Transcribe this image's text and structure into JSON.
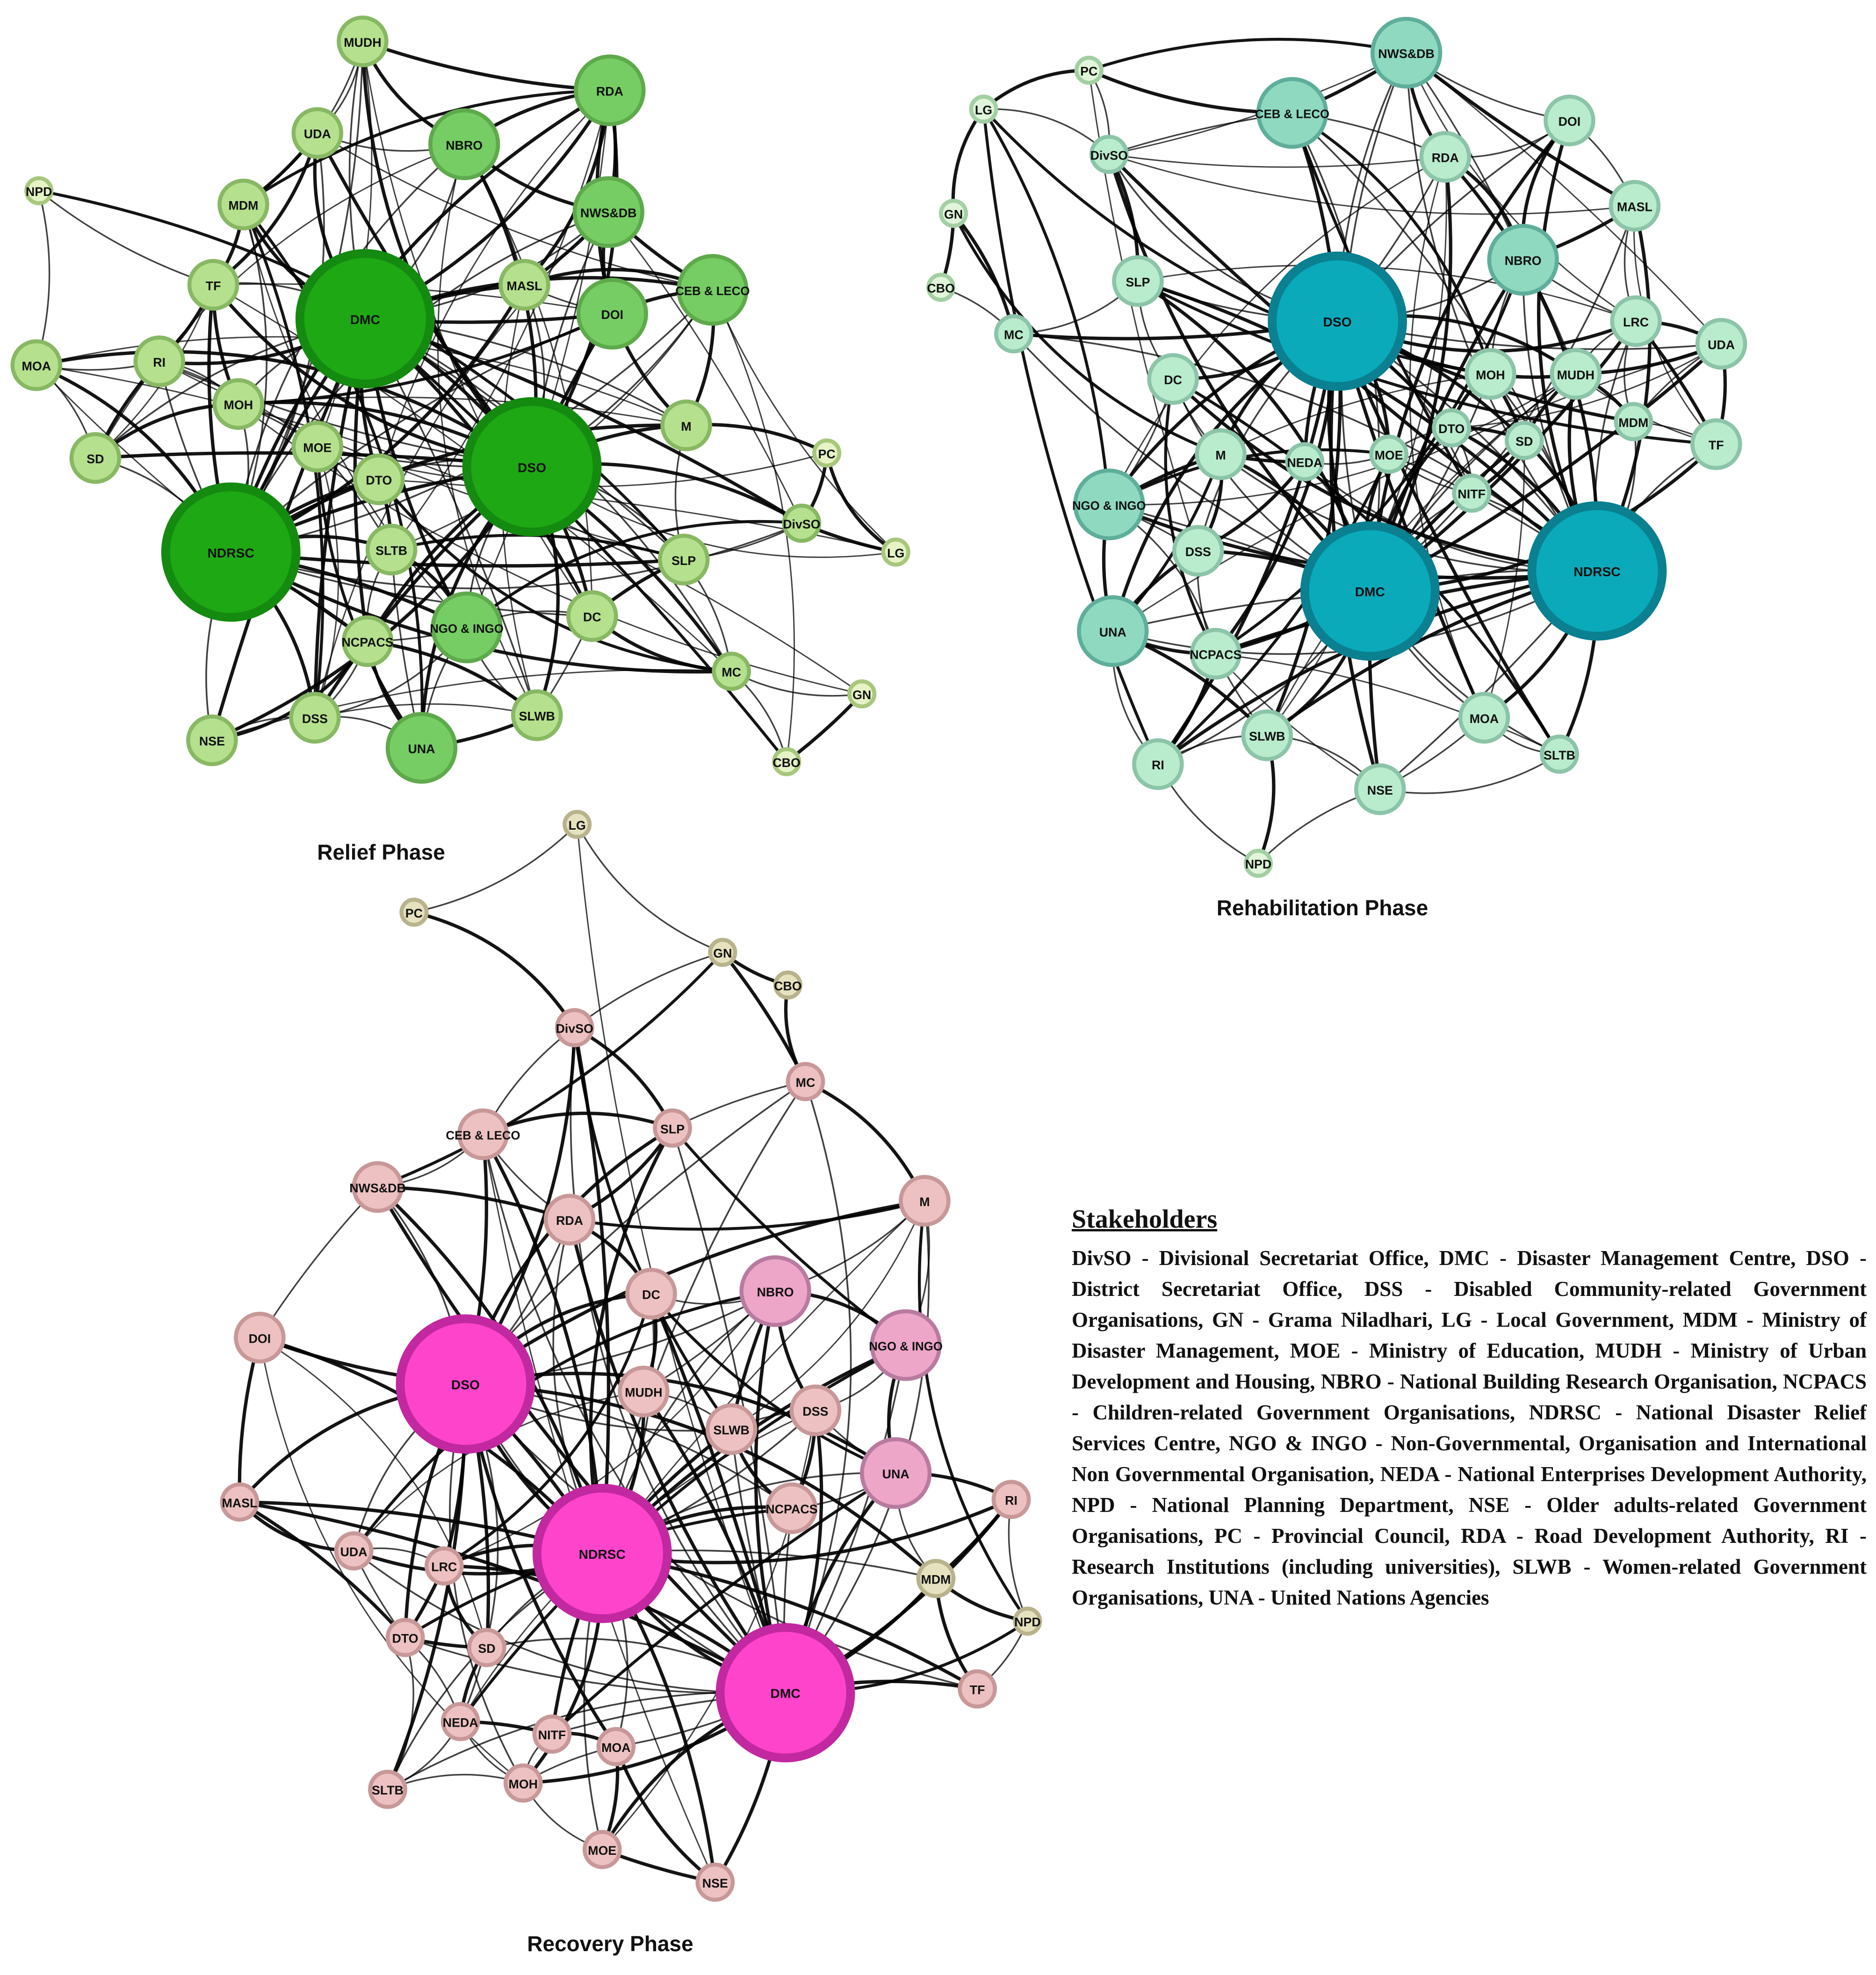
{
  "phases": [
    {
      "id": "relief",
      "title": "Relief Phase",
      "colors": {
        "light": "#e6f3c4",
        "mid": "#b5e08d",
        "dark": "#76cd63",
        "hub": "#1ea814",
        "stroke_light": "#a8c77e",
        "stroke_mid": "#88b864",
        "stroke_dark": "#5fa94d",
        "stroke_hub": "#148a10"
      },
      "nodes": [
        {
          "id": "MUDH",
          "degree": 14
        },
        {
          "id": "RDA",
          "degree": 16
        },
        {
          "id": "UDA",
          "degree": 14
        },
        {
          "id": "NBRO",
          "degree": 20
        },
        {
          "id": "NPD",
          "degree": 4
        },
        {
          "id": "MDM",
          "degree": 12
        },
        {
          "id": "NWS&DB",
          "degree": 16
        },
        {
          "id": "CEB & LECO",
          "degree": 17
        },
        {
          "id": "TF",
          "degree": 14
        },
        {
          "id": "MASL",
          "degree": 14
        },
        {
          "id": "DMC",
          "degree": 36
        },
        {
          "id": "DOI",
          "degree": 16
        },
        {
          "id": "MOA",
          "degree": 12
        },
        {
          "id": "RI",
          "degree": 14
        },
        {
          "id": "MOH",
          "degree": 12
        },
        {
          "id": "M",
          "degree": 15
        },
        {
          "id": "SD",
          "degree": 12
        },
        {
          "id": "MOE",
          "degree": 12
        },
        {
          "id": "DSO",
          "degree": 34
        },
        {
          "id": "PC",
          "degree": 4
        },
        {
          "id": "DTO",
          "degree": 12
        },
        {
          "id": "DivSO",
          "degree": 10
        },
        {
          "id": "NDRSC",
          "degree": 34
        },
        {
          "id": "SLTB",
          "degree": 12
        },
        {
          "id": "LG",
          "degree": 4
        },
        {
          "id": "SLP",
          "degree": 14
        },
        {
          "id": "NGO & INGO",
          "degree": 18
        },
        {
          "id": "DC",
          "degree": 14
        },
        {
          "id": "NCPACS",
          "degree": 14
        },
        {
          "id": "MC",
          "degree": 10
        },
        {
          "id": "GN",
          "degree": 4
        },
        {
          "id": "DSS",
          "degree": 14
        },
        {
          "id": "SLWB",
          "degree": 14
        },
        {
          "id": "UNA",
          "degree": 18
        },
        {
          "id": "NSE",
          "degree": 12
        },
        {
          "id": "CBO",
          "degree": 4
        }
      ]
    },
    {
      "id": "rehabilitation",
      "title": "Rehabilitation Phase",
      "colors": {
        "light": "#e0f5d9",
        "mid": "#b9ebcd",
        "dark": "#8fd9c1",
        "hub": "#0aaabb",
        "stroke_light": "#a3cfa3",
        "stroke_mid": "#8cc4a8",
        "stroke_dark": "#5fae9b",
        "stroke_hub": "#0a8090"
      },
      "nodes": [
        {
          "id": "NWS&DB",
          "degree": 18
        },
        {
          "id": "PC",
          "degree": 4
        },
        {
          "id": "CEB & LECO",
          "degree": 18
        },
        {
          "id": "LG",
          "degree": 4
        },
        {
          "id": "DivSO",
          "degree": 10
        },
        {
          "id": "RDA",
          "degree": 14
        },
        {
          "id": "DOI",
          "degree": 14
        },
        {
          "id": "GN",
          "degree": 4
        },
        {
          "id": "MASL",
          "degree": 12
        },
        {
          "id": "NBRO",
          "degree": 22
        },
        {
          "id": "CBO",
          "degree": 4
        },
        {
          "id": "SLP",
          "degree": 12
        },
        {
          "id": "DSO",
          "degree": 36
        },
        {
          "id": "LRC",
          "degree": 12
        },
        {
          "id": "MC",
          "degree": 10
        },
        {
          "id": "UDA",
          "degree": 14
        },
        {
          "id": "DC",
          "degree": 12
        },
        {
          "id": "MOH",
          "degree": 12
        },
        {
          "id": "MUDH",
          "degree": 12
        },
        {
          "id": "MDM",
          "degree": 10
        },
        {
          "id": "TF",
          "degree": 12
        },
        {
          "id": "DTO",
          "degree": 10
        },
        {
          "id": "M",
          "degree": 14
        },
        {
          "id": "SD",
          "degree": 10
        },
        {
          "id": "NEDA",
          "degree": 10
        },
        {
          "id": "MOE",
          "degree": 10
        },
        {
          "id": "NGO & INGO",
          "degree": 18
        },
        {
          "id": "NITF",
          "degree": 10
        },
        {
          "id": "DSS",
          "degree": 12
        },
        {
          "id": "DMC",
          "degree": 36
        },
        {
          "id": "NDRSC",
          "degree": 36
        },
        {
          "id": "UNA",
          "degree": 18
        },
        {
          "id": "NCPACS",
          "degree": 14
        },
        {
          "id": "MOA",
          "degree": 12
        },
        {
          "id": "SLWB",
          "degree": 12
        },
        {
          "id": "SLTB",
          "degree": 10
        },
        {
          "id": "RI",
          "degree": 12
        },
        {
          "id": "NSE",
          "degree": 12
        },
        {
          "id": "NPD",
          "degree": 4
        }
      ]
    },
    {
      "id": "recovery",
      "title": "Recovery Phase",
      "colors": {
        "light": "#e6e2bf",
        "mid": "#edc1c1",
        "dark": "#eda5c8",
        "hub": "#ff44cc",
        "stroke_light": "#b9b38d",
        "stroke_mid": "#c89898",
        "stroke_dark": "#b87ba0",
        "stroke_hub": "#c228a0"
      },
      "nodes": [
        {
          "id": "LG",
          "degree": 4
        },
        {
          "id": "PC",
          "degree": 4
        },
        {
          "id": "GN",
          "degree": 4
        },
        {
          "id": "CBO",
          "degree": 6
        },
        {
          "id": "DivSO",
          "degree": 10
        },
        {
          "id": "MC",
          "degree": 10
        },
        {
          "id": "CEB & LECO",
          "degree": 14
        },
        {
          "id": "SLP",
          "degree": 10
        },
        {
          "id": "NWS&DB",
          "degree": 14
        },
        {
          "id": "M",
          "degree": 12
        },
        {
          "id": "RDA",
          "degree": 12
        },
        {
          "id": "DC",
          "degree": 12
        },
        {
          "id": "NBRO",
          "degree": 18
        },
        {
          "id": "DOI",
          "degree": 12
        },
        {
          "id": "NGO & INGO",
          "degree": 16
        },
        {
          "id": "DSO",
          "degree": 36
        },
        {
          "id": "MUDH",
          "degree": 12
        },
        {
          "id": "SLWB",
          "degree": 12
        },
        {
          "id": "DSS",
          "degree": 12
        },
        {
          "id": "UNA",
          "degree": 16
        },
        {
          "id": "MASL",
          "degree": 10
        },
        {
          "id": "NCPACS",
          "degree": 12
        },
        {
          "id": "RI",
          "degree": 10
        },
        {
          "id": "UDA",
          "degree": 10
        },
        {
          "id": "LRC",
          "degree": 10
        },
        {
          "id": "NDRSC",
          "degree": 36
        },
        {
          "id": "MDM",
          "degree": 8
        },
        {
          "id": "NPD",
          "degree": 6
        },
        {
          "id": "DTO",
          "degree": 10
        },
        {
          "id": "SD",
          "degree": 10
        },
        {
          "id": "DMC",
          "degree": 36
        },
        {
          "id": "TF",
          "degree": 10
        },
        {
          "id": "NEDA",
          "degree": 10
        },
        {
          "id": "NITF",
          "degree": 10
        },
        {
          "id": "MOA",
          "degree": 10
        },
        {
          "id": "SLTB",
          "degree": 10
        },
        {
          "id": "MOH",
          "degree": 10
        },
        {
          "id": "MOE",
          "degree": 10
        },
        {
          "id": "NSE",
          "degree": 10
        }
      ]
    }
  ],
  "legend": {
    "title": "Stakeholders",
    "text": "DivSO - Divisional Secretariat Office, DMC - Disaster Management Centre, DSO - District Secretariat Office, DSS - Disabled Community-related Government Organisations, GN - Grama Niladhari, LG - Local Government, MDM - Ministry of Disaster Management, MOE - Ministry of Education, MUDH - Ministry of Urban Development and Housing, NBRO - National Building Research Organisation, NCPACS - Children-related Government Organisations, NDRSC - National Disaster Relief Services Centre, NGO & INGO - Non-Governmental, Organisation and International Non Governmental Organisation, NEDA - National Enterprises Development Authority, NPD - National Planning Department, NSE - Older adults-related Government Organisations, PC - Provincial Council, RDA - Road Development Authority, RI - Research Institutions (including universities), SLWB - Women-related Government Organisations, UNA - United Nations Agencies"
  }
}
